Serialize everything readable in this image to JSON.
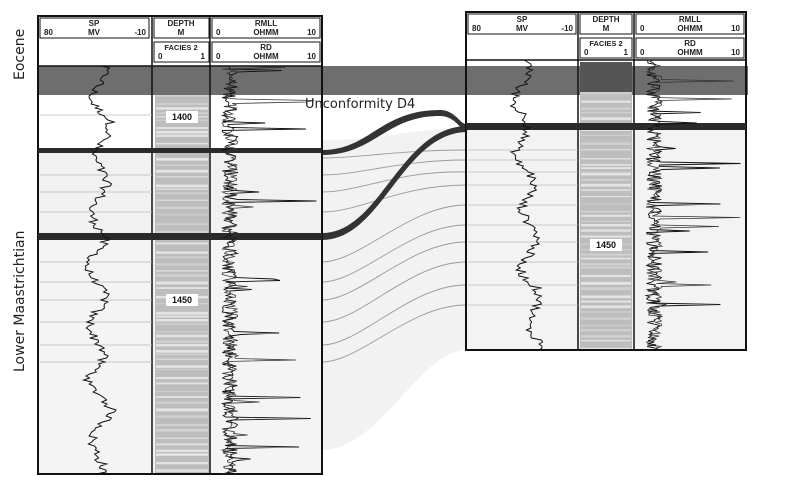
{
  "left_labels": {
    "eocene": "Eocene",
    "lower_maastrichtian": "Lower Maastrichtian"
  },
  "annotation": {
    "unconformity": "Unconformity D4"
  },
  "well_left": {
    "sp": {
      "name": "SP",
      "left": "80",
      "unit": "MV",
      "right": "-10"
    },
    "depth": {
      "name": "DEPTH",
      "unit": "M"
    },
    "facies": {
      "name": "FACIES 2",
      "left": "0",
      "right": "1"
    },
    "rmll": {
      "name": "RMLL",
      "left": "0",
      "unit": "OHMM",
      "right": "10"
    },
    "rd": {
      "name": "RD",
      "left": "0",
      "unit": "OHMM",
      "right": "10"
    },
    "depth_marks": [
      "1400",
      "1450"
    ]
  },
  "well_right": {
    "sp": {
      "name": "SP",
      "left": "80",
      "unit": "MV",
      "right": "-10"
    },
    "depth": {
      "name": "DEPTH",
      "unit": "M"
    },
    "facies": {
      "name": "FACIES 2",
      "left": "0",
      "right": "1"
    },
    "rmll": {
      "name": "RMLL",
      "left": "0",
      "unit": "OHMM",
      "right": "10"
    },
    "rd": {
      "name": "RD",
      "left": "0",
      "unit": "OHMM",
      "right": "10"
    },
    "depth_marks": [
      "1450"
    ]
  },
  "colors": {
    "track_border": "#111111",
    "band": "#6e6e6e",
    "facies": "#bdbdbd",
    "correlation": "#888888"
  }
}
